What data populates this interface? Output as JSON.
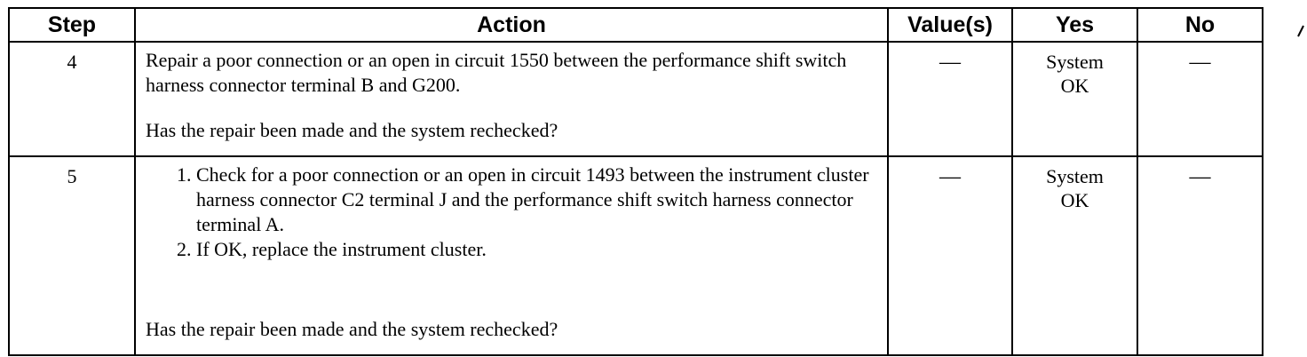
{
  "table": {
    "headers": {
      "step": "Step",
      "action": "Action",
      "values": "Value(s)",
      "yes": "Yes",
      "no": "No"
    },
    "rows": [
      {
        "step": "4",
        "action_text": "Repair a poor connection or an open in circuit 1550 between the performance shift switch harness connector terminal B and G200.",
        "question": "Has the repair been made and the system rechecked?",
        "value": "—",
        "yes_line1": "System",
        "yes_line2": "OK",
        "no": "—"
      },
      {
        "step": "5",
        "action_steps": [
          "Check for a poor connection or an open in circuit 1493 between the instrument cluster harness connector C2 terminal J and the performance shift switch harness connector terminal A.",
          "If OK, replace the instrument cluster."
        ],
        "question": "Has the repair been made and the system rechecked?",
        "value": "—",
        "yes_line1": "System",
        "yes_line2": "OK",
        "no": "—"
      }
    ]
  }
}
